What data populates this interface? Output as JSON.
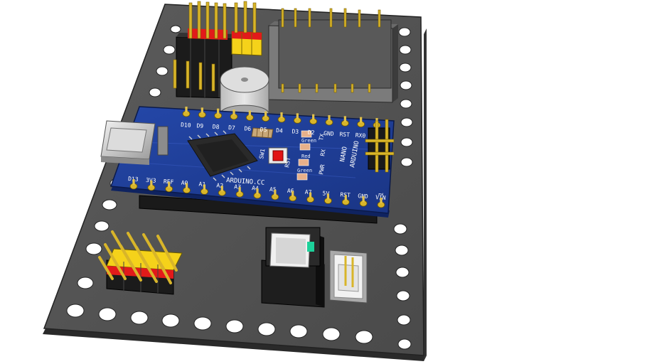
{
  "nano": {
    "brand": "ARDUINO.CC",
    "model": "NANO",
    "vendor": "ARDUINO",
    "top_pins": [
      "D10",
      "D9",
      "D8",
      "D7",
      "D6",
      "D5",
      "D4",
      "D3",
      "D2",
      "GND",
      "RST",
      "RX0",
      "TX1"
    ],
    "bottom_pins": [
      "D13",
      "3V3",
      "REF",
      "A0",
      "A1",
      "A2",
      "A3",
      "A4",
      "A5",
      "A6",
      "A7",
      "5V",
      "RST",
      "GND",
      "VIN"
    ],
    "switch_label": "SW1",
    "rst_label": "RST",
    "pin1_marker": "1",
    "led_labels": {
      "green": "Green",
      "red": "Red",
      "green2": "Green",
      "tx": "TX",
      "rx": "RX",
      "pwr": "PWR"
    }
  },
  "colors": {
    "base_plate": "#545454",
    "base_edge": "#2f2f2f",
    "pcb": "#1f3f9a",
    "pin_gold": "#d8b52a",
    "header_yellow": "#f5d21a",
    "header_red": "#e21a1a",
    "buzzer": "#cfcfcf",
    "connector_white": "#f0f0f0"
  }
}
